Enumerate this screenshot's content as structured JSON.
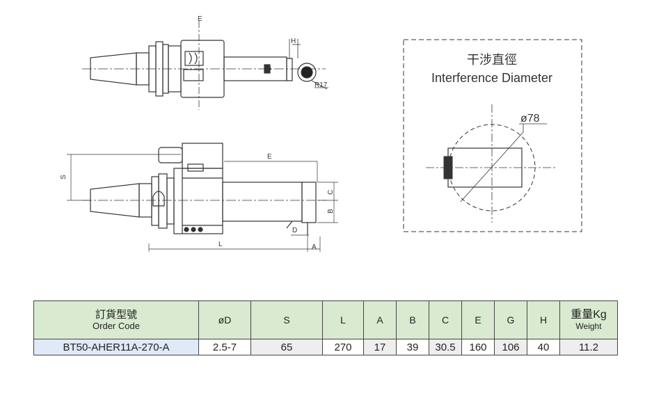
{
  "drawing": {
    "top_view": {
      "label_e": "E",
      "label_h": "H",
      "label_r": "R17"
    },
    "side_view": {
      "label_s": "S",
      "label_e": "E",
      "label_c": "C",
      "label_b": "B",
      "label_d": "D",
      "label_l": "L",
      "label_a": "A"
    },
    "interference": {
      "title_cn": "干涉直徑",
      "title_en": "Interference Diameter",
      "diameter": "ø78"
    }
  },
  "table": {
    "headers": {
      "order_code_cn": "訂貨型號",
      "order_code_en": "Order Code",
      "d": "øD",
      "s": "S",
      "l": "L",
      "a": "A",
      "b": "B",
      "c": "C",
      "e": "E",
      "g": "G",
      "h": "H",
      "weight_cn": "重量Kg",
      "weight_en": "Weight"
    },
    "row": {
      "order_code": "BT50-AHER11A-270-A",
      "d": "2.5-7",
      "s": "65",
      "l": "270",
      "a": "17",
      "b": "39",
      "c": "30.5",
      "e": "160",
      "g": "106",
      "h": "40",
      "weight": "11.2"
    }
  }
}
